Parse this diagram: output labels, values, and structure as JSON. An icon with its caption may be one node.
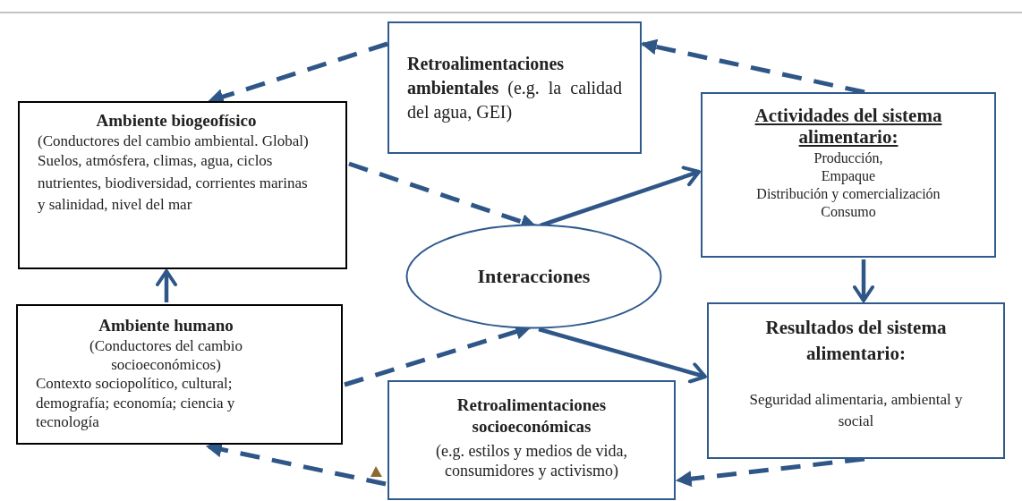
{
  "diagram": {
    "nodes": [
      {
        "text": [
          "**Retroalimentaciones ambientales** (e.g. la calidad del agua, GEI)"
        ]
      },
      {
        "text": [
          "Ambiente biogeofísico",
          "(Conductores del cambio ambiental. Global)",
          "Suelos, atmósfera, climas, agua, ciclos nutrientes, biodiversidad, corrientes marinas y salinidad, nivel del mar"
        ]
      },
      {
        "text": [
          "Actividades del sistema alimentario:",
          "Producción,",
          "Empaque",
          "Distribución y comercialización",
          "Consumo"
        ]
      },
      {
        "text": [
          "Interacciones"
        ]
      },
      {
        "text": [
          "Ambiente humano",
          "(Conductores del cambio socioeconómicos)",
          "Contexto sociopolítico, cultural; demografía; economía; ciencia y tecnología"
        ]
      },
      {
        "text": [
          "Resultados del sistema alimentario:",
          "Seguridad alimentaria, ambiental y social"
        ]
      },
      {
        "text": [
          "Retroalimentaciones socioeconómicas",
          "(e.g. estilos y medios de vida, consumidores y activismo)"
        ]
      }
    ],
    "edges": [
      {
        "from": 0,
        "to": 1,
        "arrow": "to",
        "style": "dashed"
      },
      {
        "from": 2,
        "to": 0,
        "arrow": "to",
        "style": "dashed"
      },
      {
        "from": 1,
        "to": 3,
        "arrow": "to",
        "style": "dashed"
      },
      {
        "from": 3,
        "to": 2,
        "arrow": "to"
      },
      {
        "from": 2,
        "to": 5,
        "arrow": "to"
      },
      {
        "from": 4,
        "to": 1,
        "arrow": "to"
      },
      {
        "from": 4,
        "to": 3,
        "arrow": "to",
        "style": "dashed"
      },
      {
        "from": 3,
        "to": 5,
        "arrow": "to"
      },
      {
        "from": 5,
        "to": 6,
        "arrow": "to",
        "style": "dashed"
      },
      {
        "from": 6,
        "to": 4,
        "arrow": "to",
        "style": "dashed"
      }
    ]
  }
}
